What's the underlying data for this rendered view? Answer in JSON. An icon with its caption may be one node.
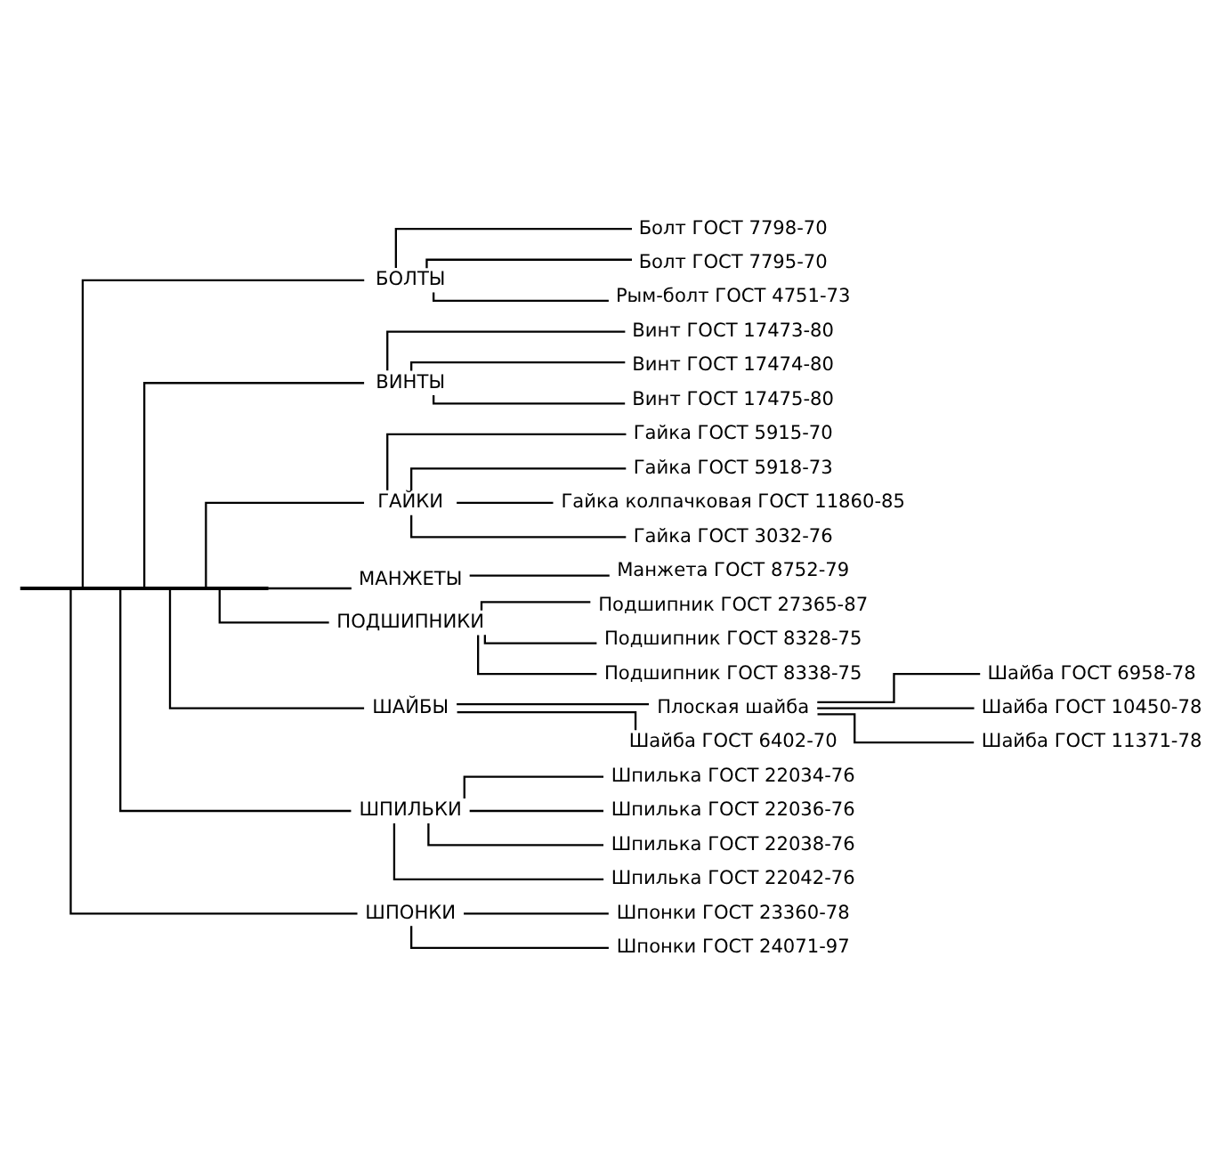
{
  "diagram": {
    "nodes": [
      {
        "text": [],
        "shape": "bar"
      },
      {
        "text": [
          "БОЛТЫ"
        ]
      },
      {
        "text": [
          "Болт ГОСТ 7798-70"
        ]
      },
      {
        "text": [
          "Болт ГОСТ 7795-70"
        ]
      },
      {
        "text": [
          "Рым-болт ГОСТ 4751-73"
        ]
      },
      {
        "text": [
          "ВИНТЫ"
        ]
      },
      {
        "text": [
          "Винт ГОСТ 17473-80"
        ]
      },
      {
        "text": [
          "Винт ГОСТ 17474-80"
        ]
      },
      {
        "text": [
          "Винт ГОСТ 17475-80"
        ]
      },
      {
        "text": [
          "ГАЙКИ"
        ]
      },
      {
        "text": [
          "Гайка ГОСТ 5915-70"
        ]
      },
      {
        "text": [
          "Гайка ГОСТ 5918-73"
        ]
      },
      {
        "text": [
          "Гайка колпачковая ГОСТ 11860-85"
        ]
      },
      {
        "text": [
          "Гайка ГОСТ 3032-76"
        ]
      },
      {
        "text": [
          "МАНЖЕТЫ"
        ]
      },
      {
        "text": [
          "Манжета ГОСТ 8752-79"
        ]
      },
      {
        "text": [
          "ПОДШИПНИКИ"
        ]
      },
      {
        "text": [
          "Подшипник ГОСТ 27365-87"
        ]
      },
      {
        "text": [
          "Подшипник ГОСТ 8328-75"
        ]
      },
      {
        "text": [
          "Подшипник ГОСТ 8338-75"
        ]
      },
      {
        "text": [
          "ШАЙБЫ"
        ]
      },
      {
        "text": [
          "Плоская шайба"
        ]
      },
      {
        "text": [
          "Шайба ГОСТ 6958-78"
        ]
      },
      {
        "text": [
          "Шайба ГОСТ 10450-78"
        ]
      },
      {
        "text": [
          "Шайба ГОСТ 11371-78"
        ]
      },
      {
        "text": [
          "Шайба ГОСТ 6402-70"
        ]
      },
      {
        "text": [
          "ШПИЛЬКИ"
        ]
      },
      {
        "text": [
          "Шпилька ГОСТ 22034-76"
        ]
      },
      {
        "text": [
          "Шпилька ГОСТ 22036-76"
        ]
      },
      {
        "text": [
          "Шпилька ГОСТ 22038-76"
        ]
      },
      {
        "text": [
          "Шпилька ГОСТ 22042-76"
        ]
      },
      {
        "text": [
          "ШПОНКИ"
        ]
      },
      {
        "text": [
          "Шпонки ГОСТ 23360-78"
        ]
      },
      {
        "text": [
          "Шпонки ГОСТ 24071-97"
        ]
      }
    ],
    "edges": [
      {
        "from": 0,
        "to": 1,
        "arrow": "none"
      },
      {
        "from": 1,
        "to": 2,
        "arrow": "none"
      },
      {
        "from": 1,
        "to": 3,
        "arrow": "none"
      },
      {
        "from": 1,
        "to": 4,
        "arrow": "none"
      },
      {
        "from": 0,
        "to": 5,
        "arrow": "none"
      },
      {
        "from": 5,
        "to": 6,
        "arrow": "none"
      },
      {
        "from": 5,
        "to": 7,
        "arrow": "none"
      },
      {
        "from": 5,
        "to": 8,
        "arrow": "none"
      },
      {
        "from": 0,
        "to": 9,
        "arrow": "none"
      },
      {
        "from": 9,
        "to": 10,
        "arrow": "none"
      },
      {
        "from": 9,
        "to": 11,
        "arrow": "none"
      },
      {
        "from": 9,
        "to": 12,
        "arrow": "none"
      },
      {
        "from": 9,
        "to": 13,
        "arrow": "none"
      },
      {
        "from": 0,
        "to": 14,
        "arrow": "none"
      },
      {
        "from": 14,
        "to": 15,
        "arrow": "none"
      },
      {
        "from": 0,
        "to": 16,
        "arrow": "none"
      },
      {
        "from": 16,
        "to": 17,
        "arrow": "none"
      },
      {
        "from": 16,
        "to": 18,
        "arrow": "none"
      },
      {
        "from": 16,
        "to": 19,
        "arrow": "none"
      },
      {
        "from": 0,
        "to": 20,
        "arrow": "none"
      },
      {
        "from": 20,
        "to": 21,
        "arrow": "none"
      },
      {
        "from": 21,
        "to": 22,
        "arrow": "none"
      },
      {
        "from": 21,
        "to": 23,
        "arrow": "none"
      },
      {
        "from": 21,
        "to": 24,
        "arrow": "none"
      },
      {
        "from": 20,
        "to": 25,
        "arrow": "none"
      },
      {
        "from": 0,
        "to": 26,
        "arrow": "none"
      },
      {
        "from": 26,
        "to": 27,
        "arrow": "none"
      },
      {
        "from": 26,
        "to": 28,
        "arrow": "none"
      },
      {
        "from": 26,
        "to": 29,
        "arrow": "none"
      },
      {
        "from": 26,
        "to": 30,
        "arrow": "none"
      },
      {
        "from": 0,
        "to": 31,
        "arrow": "none"
      },
      {
        "from": 31,
        "to": 32,
        "arrow": "none"
      },
      {
        "from": 31,
        "to": 33,
        "arrow": "none"
      }
    ]
  }
}
